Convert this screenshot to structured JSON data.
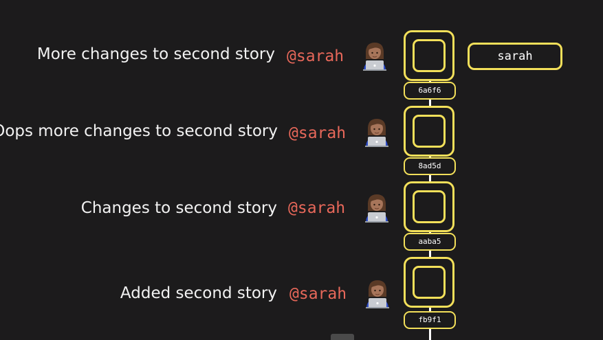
{
  "colors": {
    "background": "#1c1b1c",
    "commit_border": "#f3e05a",
    "author_text": "#e8685a",
    "message_text": "#f2f2f2",
    "line": "#ffffff"
  },
  "branch": {
    "label": "sarah"
  },
  "commits": [
    {
      "message": "More changes to second story",
      "author": "@sarah",
      "hash": "6a6f6",
      "avatar_icon": "woman-technologist-icon"
    },
    {
      "message": "Oops more changes to second story",
      "author": "@sarah",
      "hash": "8ad5d",
      "avatar_icon": "woman-technologist-icon"
    },
    {
      "message": "Changes to second story",
      "author": "@sarah",
      "hash": "aaba5",
      "avatar_icon": "woman-technologist-icon"
    },
    {
      "message": "Added second story",
      "author": "@sarah",
      "hash": "fb9f1",
      "avatar_icon": "woman-technologist-icon"
    }
  ]
}
